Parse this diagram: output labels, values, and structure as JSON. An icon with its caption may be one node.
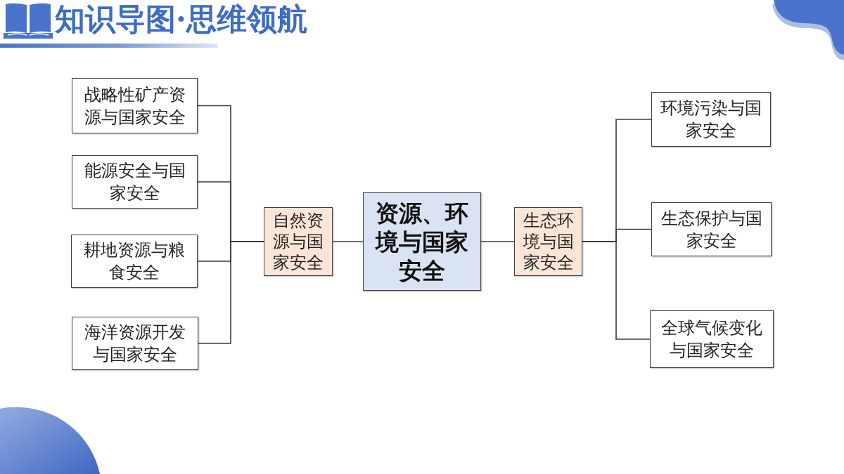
{
  "diagram": {
    "title": "知识导图·思维领航",
    "nodes": [
      {
        "text": [
          "资源、环境与国家安全"
        ]
      },
      {
        "text": [
          "自然资源与国家安全"
        ]
      },
      {
        "text": [
          "战略性矿产资源与国家安全"
        ]
      },
      {
        "text": [
          "能源安全与国家安全"
        ]
      },
      {
        "text": [
          "耕地资源与粮食安全"
        ]
      },
      {
        "text": [
          "海洋资源开发与国家安全"
        ]
      },
      {
        "text": [
          "生态环境与国家安全"
        ]
      },
      {
        "text": [
          "环境污染与国家安全"
        ]
      },
      {
        "text": [
          "生态保护与国家安全"
        ]
      },
      {
        "text": [
          "全球气候变化与国家安全"
        ]
      }
    ],
    "edges": [
      {
        "from": 0,
        "to": 1,
        "arrow": "none"
      },
      {
        "from": 1,
        "to": 2,
        "arrow": "none"
      },
      {
        "from": 1,
        "to": 3,
        "arrow": "none"
      },
      {
        "from": 1,
        "to": 4,
        "arrow": "none"
      },
      {
        "from": 1,
        "to": 5,
        "arrow": "none"
      },
      {
        "from": 0,
        "to": 6,
        "arrow": "none"
      },
      {
        "from": 6,
        "to": 7,
        "arrow": "none"
      },
      {
        "from": 6,
        "to": 8,
        "arrow": "none"
      },
      {
        "from": 6,
        "to": 9,
        "arrow": "none"
      }
    ]
  }
}
